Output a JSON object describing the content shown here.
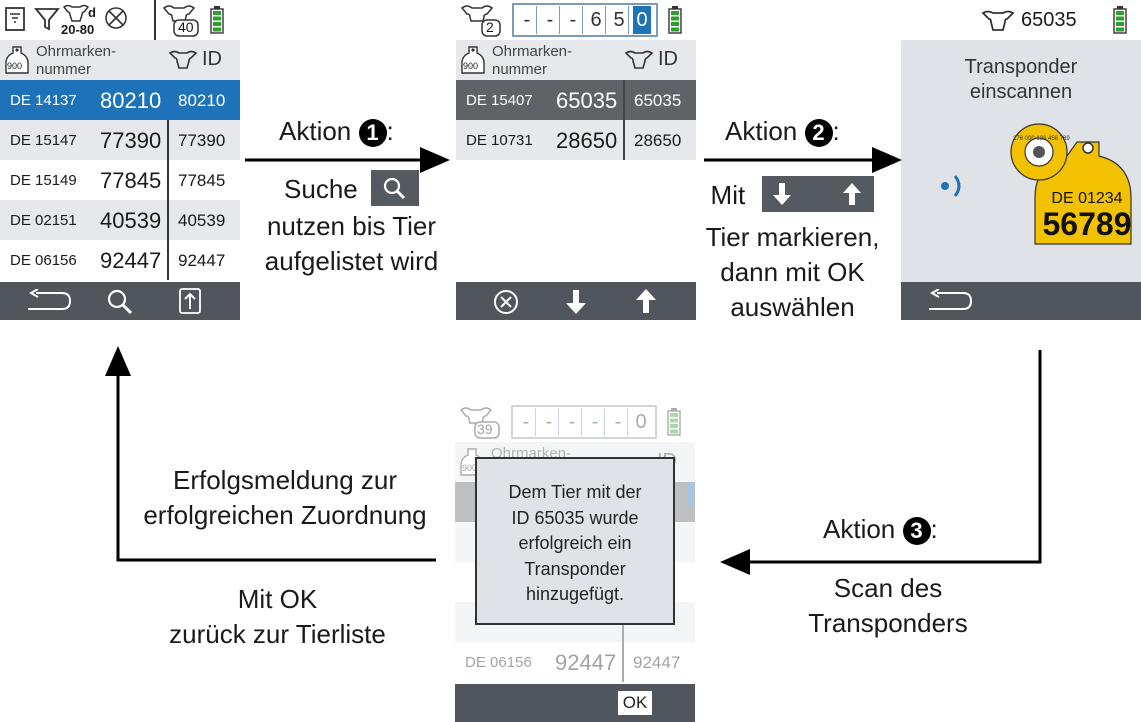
{
  "screen1": {
    "status": {
      "herd_count": "40",
      "filter_range": "20-80",
      "filter_d": "d"
    },
    "header": {
      "label_line1": "Ohrmarken-",
      "label_line2": "nummer",
      "tag_num": "900",
      "id_label": "ID"
    },
    "rows": [
      {
        "prefix": "DE 14137",
        "number": "80210",
        "id": "80210",
        "selected": true
      },
      {
        "prefix": "DE 15147",
        "number": "77390",
        "id": "77390",
        "selected": false
      },
      {
        "prefix": "DE 15149",
        "number": "77845",
        "id": "77845",
        "selected": false
      },
      {
        "prefix": "DE 02151",
        "number": "40539",
        "id": "40539",
        "selected": false
      },
      {
        "prefix": "DE 06156",
        "number": "92447",
        "id": "92447",
        "selected": false
      }
    ]
  },
  "screen2": {
    "status": {
      "herd_count": "2",
      "digits": [
        "-",
        "-",
        "-",
        "6",
        "5",
        "0"
      ]
    },
    "header": {
      "label_line1": "Ohrmarken-",
      "label_line2": "nummer",
      "tag_num": "900",
      "id_label": "ID"
    },
    "rows": [
      {
        "prefix": "DE 15407",
        "number": "65035",
        "id": "65035",
        "selected": true
      },
      {
        "prefix": "DE 10731",
        "number": "28650",
        "id": "28650",
        "selected": false
      }
    ]
  },
  "screen3": {
    "status": {
      "animal_id": "65035"
    },
    "title_line1": "Transponder",
    "title_line2": "einscannen",
    "tag_prefix": "DE 01234",
    "tag_number": "56789",
    "button_numbers": "276 000 123 456 789"
  },
  "screen4": {
    "status": {
      "herd_count": "39",
      "digits": [
        "-",
        "-",
        "-",
        "-",
        "-",
        "0"
      ]
    },
    "header": {
      "label_line1": "Ohrmarken-",
      "tag_num": "900",
      "id_label": "ID"
    },
    "rows_bg": [
      {
        "prefix": "DE 06156",
        "number": "92447",
        "id": "92447"
      }
    ],
    "dialog": [
      "Dem Tier mit der",
      "ID 65035 wurde",
      "erfolgreich ein",
      "Transponder",
      "hinzugefügt."
    ],
    "ok_label": "OK"
  },
  "flow": {
    "action1_label": "Aktion",
    "action1_num": "1",
    "action1_colon": ":",
    "action1_desc_l1": "Suche",
    "action1_desc_l2": "nutzen bis Tier",
    "action1_desc_l3": "aufgelistet wird",
    "action2_label": "Aktion",
    "action2_num": "2",
    "action2_colon": ":",
    "action2_desc_l1": "Mit",
    "action2_desc_l2": "Tier markieren,",
    "action2_desc_l3": "dann mit OK",
    "action2_desc_l4": "auswählen",
    "action3_label": "Aktion",
    "action3_num": "3",
    "action3_colon": ":",
    "action3_desc_l1": "Scan des",
    "action3_desc_l2": "Transponders",
    "success_l1": "Erfolgsmeldung zur",
    "success_l2": "erfolgreichen Zuordnung",
    "back_l1": "Mit OK",
    "back_l2": "zurück zur Tierliste"
  },
  "colors": {
    "selected_blue": "#1e73b8",
    "dark_bar": "#51565c",
    "gray_sel": "#5f6368",
    "light_row": "#e6e8ec",
    "tag_yellow": "#f2c200",
    "panel_gray": "#dfe2e6"
  }
}
